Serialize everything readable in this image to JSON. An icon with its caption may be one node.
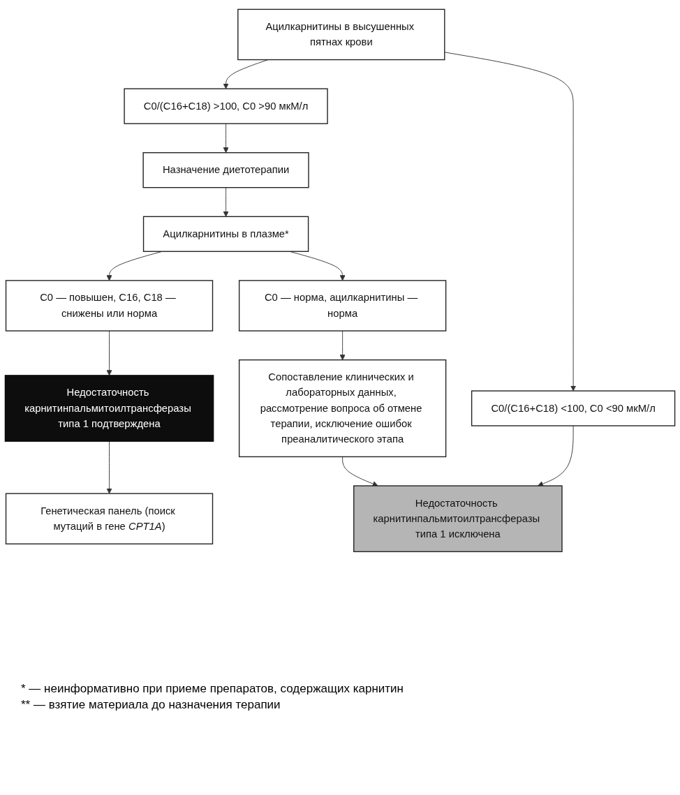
{
  "diagram": {
    "nodes": [
      {
        "text": [
          "Ацилкарнитины в высушенных пятнах крови"
        ]
      },
      {
        "text": [
          "C0/(C16+C18) >100, C0 >90 мкМ/л"
        ]
      },
      {
        "text": [
          "C0/(C16+C18) <100, C0 <90 мкМ/л"
        ]
      },
      {
        "text": [
          "Назначение диетотерапии"
        ]
      },
      {
        "text": [
          "Недостаточность карнитинпальмитоилтрансферазы типа 1 исключена"
        ]
      },
      {
        "text": [
          "Ацилкарнитины в плазме*"
        ]
      },
      {
        "text": [
          "C0 — повышен, C16, C18 — снижены или норма"
        ]
      },
      {
        "text": [
          "C0 — норма, ацилкарнитины — норма"
        ]
      },
      {
        "text": [
          "Недостаточность карнитинпальмитоилтрансферазы типа 1 подтверждена"
        ]
      },
      {
        "text": [
          "Сопоставление клинических и лабораторных данных, рассмотрение вопроса об отмене терапии, исключение ошибок преаналитического этапа"
        ]
      },
      {
        "text": [
          "Генетическая панель (поиск мутаций в гене *CPT1A*)"
        ]
      }
    ],
    "edges": [
      {
        "from": 0,
        "to": 1,
        "arrow": "to"
      },
      {
        "from": 0,
        "to": 2,
        "arrow": "to"
      },
      {
        "from": 1,
        "to": 3,
        "arrow": "to"
      },
      {
        "from": 2,
        "to": 4,
        "arrow": "to"
      },
      {
        "from": 3,
        "to": 5,
        "arrow": "to"
      },
      {
        "from": 5,
        "to": 6,
        "arrow": "to"
      },
      {
        "from": 5,
        "to": 7,
        "arrow": "to"
      },
      {
        "from": 6,
        "to": 8,
        "arrow": "to"
      },
      {
        "from": 7,
        "to": 9,
        "arrow": "to"
      },
      {
        "from": 9,
        "to": 4,
        "arrow": "to"
      },
      {
        "from": 8,
        "to": 10,
        "arrow": "to"
      }
    ],
    "labels": [
      "* — неинформативно при приеме препаратов, содержащих карнитин",
      "** — взятие материала до назначения терапии"
    ]
  }
}
